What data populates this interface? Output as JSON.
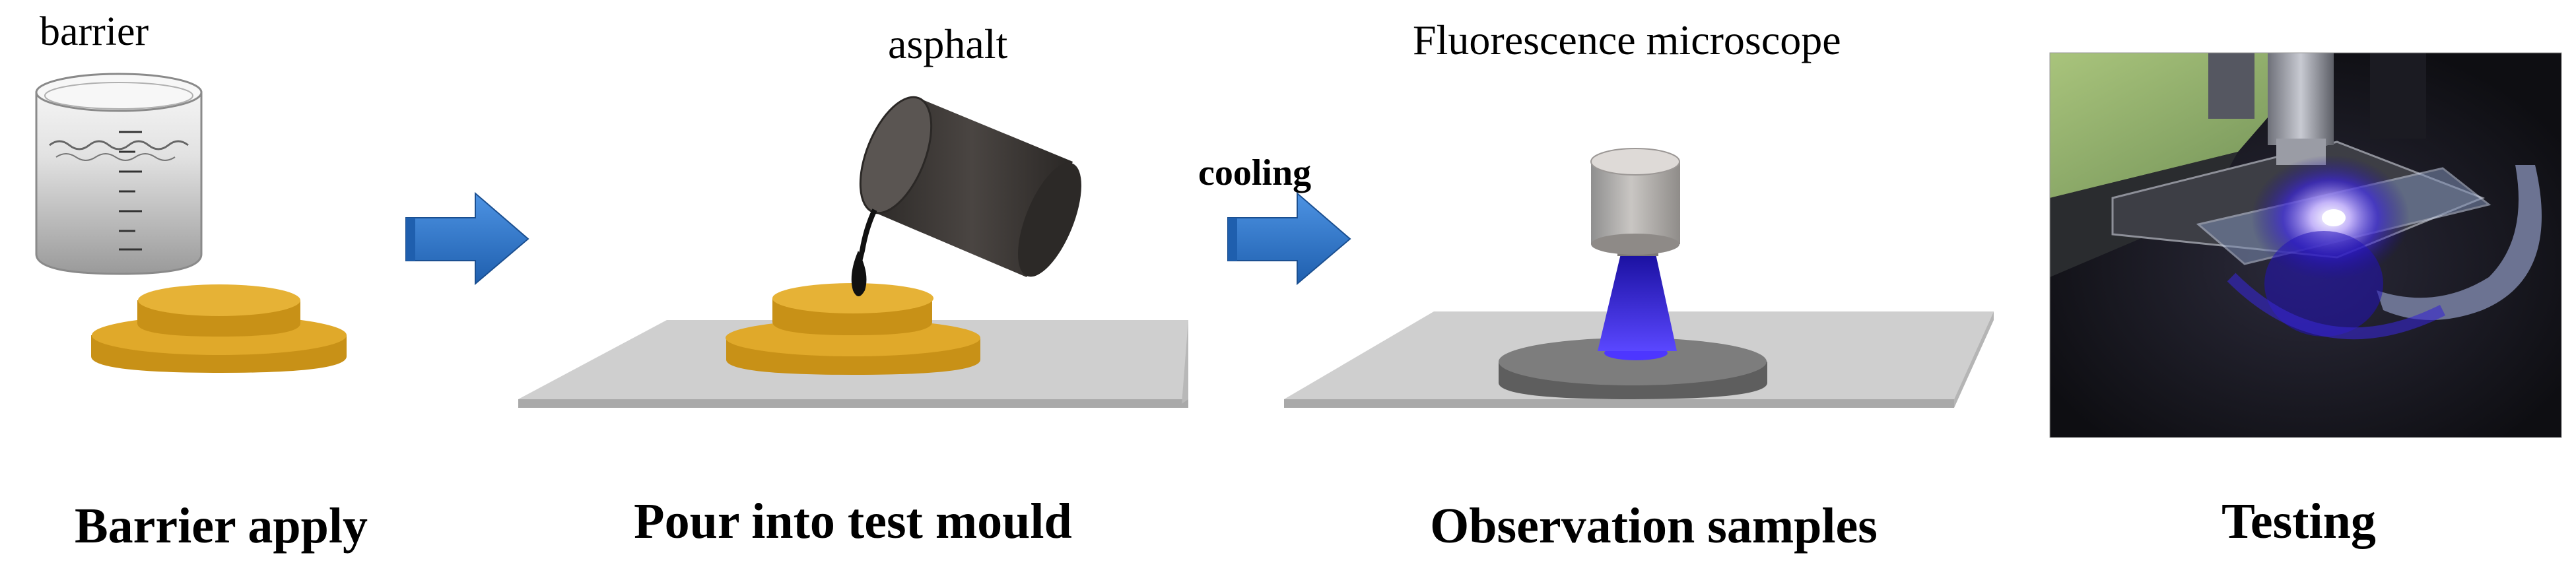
{
  "labels": {
    "barrier": "barrier",
    "asphalt": "asphalt",
    "cooling": "cooling",
    "microscope": "Fluorescence microscope"
  },
  "steps": [
    {
      "title": "Barrier apply"
    },
    {
      "title": "Pour into test mould"
    },
    {
      "title": "Observation samples"
    },
    {
      "title": "Testing"
    }
  ],
  "colors": {
    "mould_gold": "#d9a11f",
    "mould_gold_dark": "#b9860f",
    "plate_grey": "#cfcfcf",
    "arrow_blue": "#2e74c8",
    "asphalt_dark": "#3b3735",
    "fluorescence": "#4a35e8"
  }
}
